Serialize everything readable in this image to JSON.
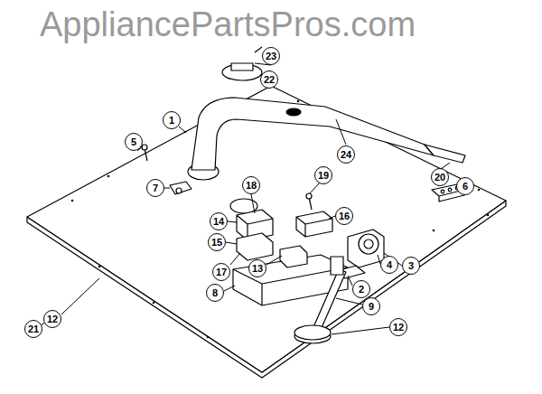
{
  "diagram": {
    "nodes": [
      {
        "text": [
          "23"
        ]
      },
      {
        "text": [
          "22"
        ]
      },
      {
        "text": [
          "1"
        ]
      },
      {
        "text": [
          "24"
        ]
      },
      {
        "text": [
          "20"
        ]
      },
      {
        "text": [
          "5"
        ]
      },
      {
        "text": [
          "6"
        ]
      },
      {
        "text": [
          "18"
        ]
      },
      {
        "text": [
          "19"
        ]
      },
      {
        "text": [
          "14"
        ]
      },
      {
        "text": [
          "16"
        ]
      },
      {
        "text": [
          "7"
        ]
      },
      {
        "text": [
          "15"
        ]
      },
      {
        "text": [
          "4"
        ]
      },
      {
        "text": [
          "3"
        ]
      },
      {
        "text": [
          "17"
        ]
      },
      {
        "text": [
          "13"
        ]
      },
      {
        "text": [
          "8"
        ]
      },
      {
        "text": [
          "2"
        ]
      },
      {
        "text": [
          "9"
        ]
      },
      {
        "text": [
          "12"
        ]
      },
      {
        "text": [
          "21"
        ]
      },
      {
        "text": [
          "12"
        ]
      }
    ],
    "edges": [
      {
        "from": 21,
        "to": 22,
        "arrow": "none"
      }
    ],
    "labels": [
      "AppliancePartsPros.com"
    ]
  }
}
